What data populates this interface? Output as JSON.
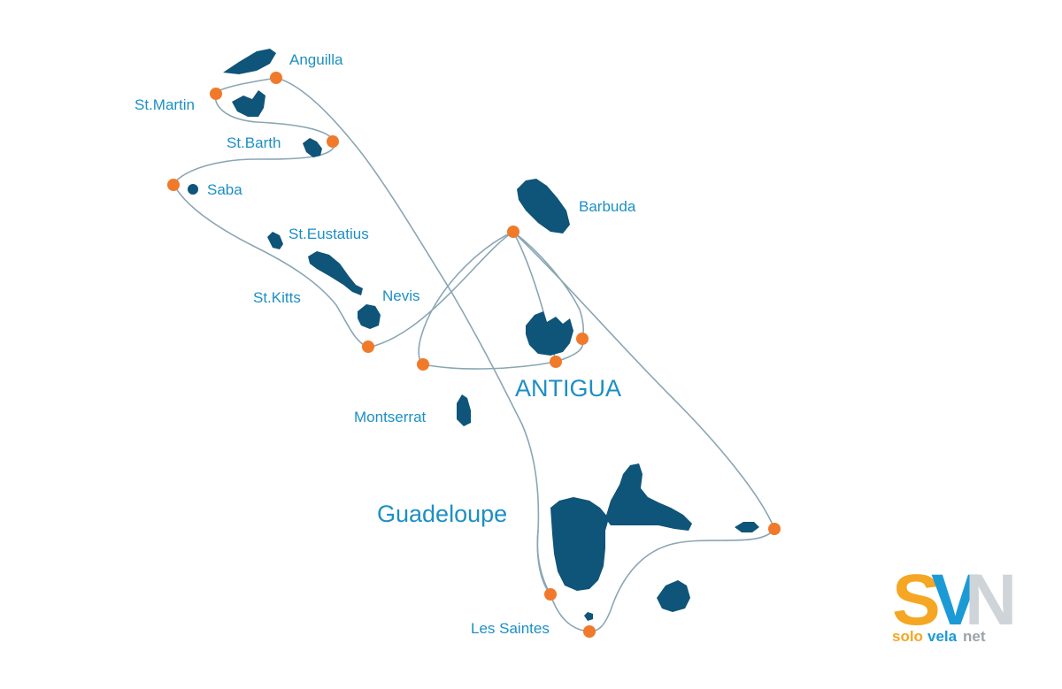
{
  "colors": {
    "island": "#0f5479",
    "label": "#1c8fc4",
    "route": "#8aa6b4",
    "stop": "#f07a2a",
    "logo_orange": "#f5a623",
    "logo_blue": "#1c9ad6",
    "logo_gray": "#cfd4d8"
  },
  "labels": {
    "anguilla": "Anguilla",
    "st_martin": "St.Martin",
    "st_barth": "St.Barth",
    "saba": "Saba",
    "st_eustatius": "St.Eustatius",
    "st_kitts": "St.Kitts",
    "nevis": "Nevis",
    "barbuda": "Barbuda",
    "antigua": "ANTIGUA",
    "montserrat": "Montserrat",
    "guadeloupe": "Guadeloupe",
    "les_saintes": "Les Saintes"
  },
  "logo": {
    "letters_s": "S",
    "letters_v": "V",
    "letters_n": "N",
    "tagline_part1": "solo",
    "tagline_part2": "vela",
    "tagline_part3": "net"
  }
}
